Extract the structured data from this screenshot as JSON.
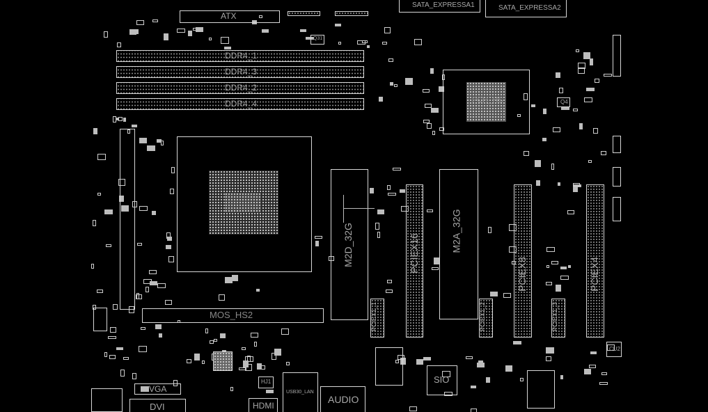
{
  "board": {
    "connectors": {
      "atx": "ATX",
      "ddr4_1": "DDR4_1",
      "ddr4_3": "DDR4_3",
      "ddr4_2": "DDR4_2",
      "ddr4_4": "DDR4_4",
      "sata_express_1": "SATA_EXPRESSA1",
      "sata_express_2": "SATA_EXPRESSA2",
      "m2d": "M2D_32G",
      "m2a": "M2A_32G",
      "pciex16": "PCIEX16",
      "pciex8": "PCIEX8",
      "pciex4": "PCIEX4",
      "pciex1_1": "PCIEX1_1",
      "pciex1_2": "PCIEX1_2",
      "pciex1_3": "PCIEX1_3",
      "mos_hs2": "MOS_HS2",
      "vga": "VGA",
      "dvi": "DVI",
      "hdmi": "HDMI",
      "usb30_lan": "USB30_LAN",
      "audio": "AUDIO"
    },
    "chips": {
      "sio": "SIO",
      "pch": "PCH_HS",
      "q31": "Q31",
      "q4": "Q4",
      "hj1": "HJ1",
      "cu2": "CU2"
    }
  }
}
